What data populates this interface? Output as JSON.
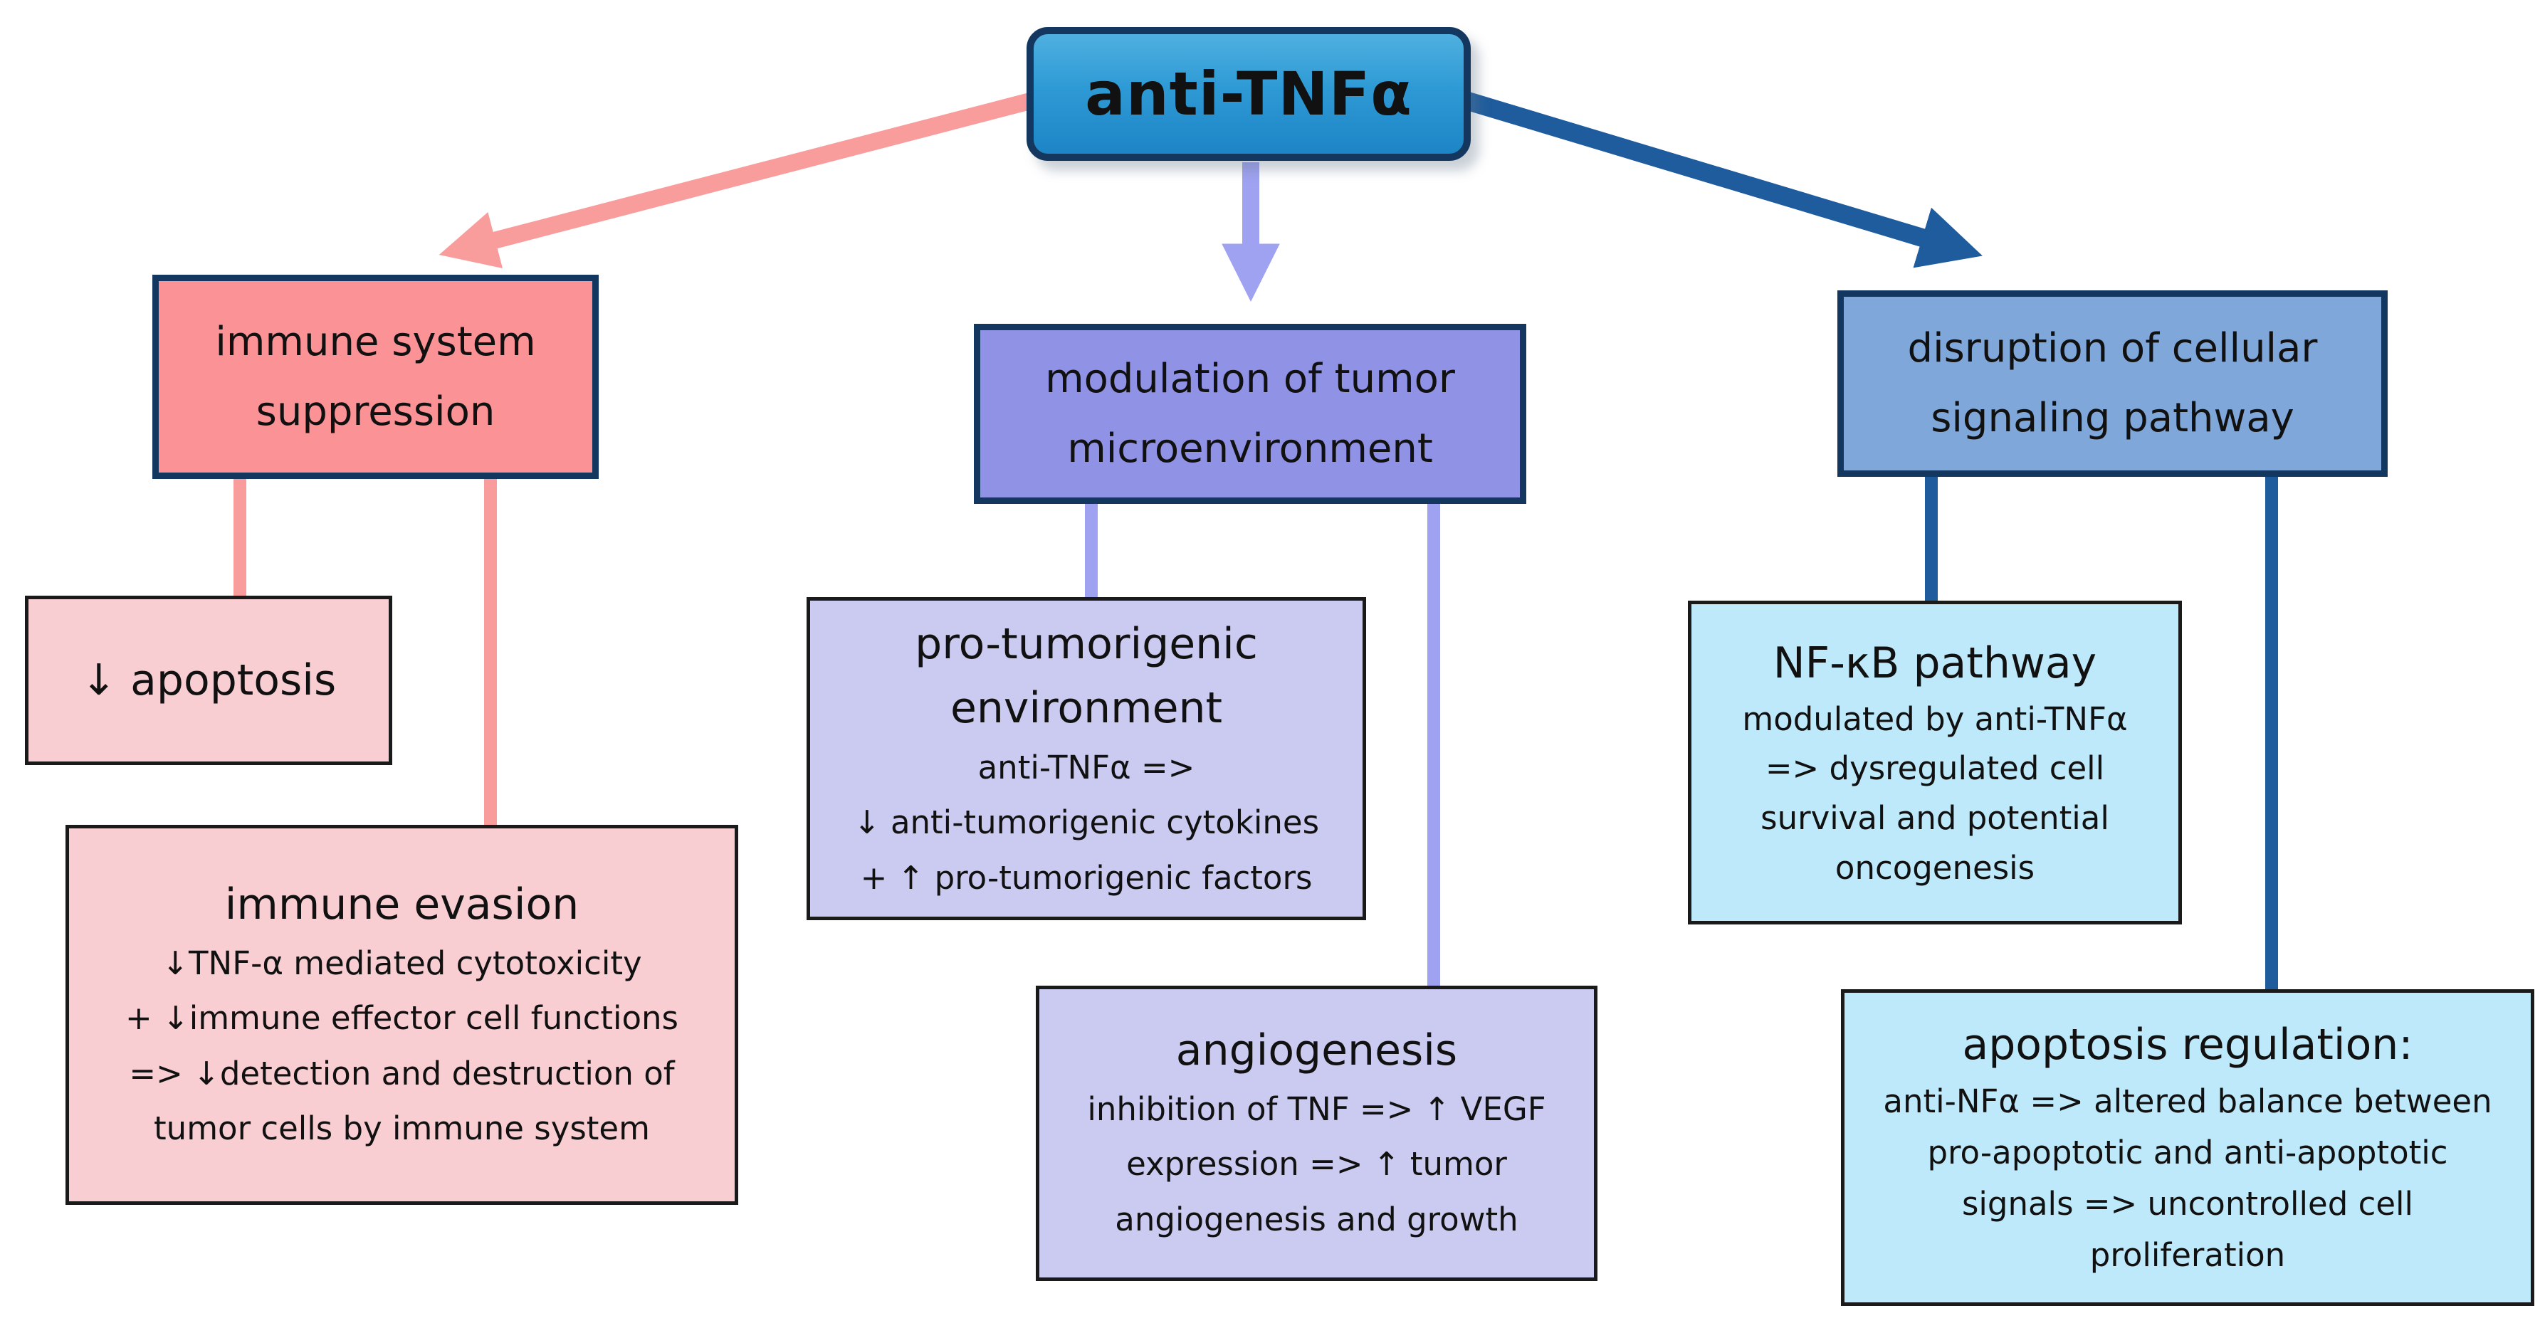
{
  "colors": {
    "ink": "#111111",
    "navy-border": "#14375f",
    "root-fill-top": "#4fb0e0",
    "root-fill-bottom": "#1d85c6",
    "salmon": "#fb9396",
    "periwinkle": "#9093e5",
    "steel-blue": "#7fa7d9",
    "pink-light": "#f9ced2",
    "lavender-light": "#cbcbf2",
    "cyan-light": "#bee9fa",
    "arrow-pink": "#f99c9c",
    "arrow-purple": "#9fa2f0",
    "arrow-navy": "#1f5c9e",
    "black-border": "#1a1a1a"
  },
  "root": {
    "label": "anti-TNFα"
  },
  "immune": {
    "header": [
      "immune system",
      "suppression"
    ],
    "apoptosis": {
      "title": "↓ apoptosis"
    },
    "evasion": {
      "title": "immune evasion",
      "lines": [
        "↓TNF-α mediated cytotoxicity",
        "+ ↓immune effector cell functions",
        "=> ↓detection and destruction of",
        "tumor cells by immune system"
      ]
    }
  },
  "tumor": {
    "header": [
      "modulation of tumor",
      "microenvironment"
    ],
    "environment": {
      "title": [
        "pro-tumorigenic",
        "environment"
      ],
      "lines": [
        "anti-TNFα =>",
        "↓ anti-tumorigenic cytokines",
        "+ ↑ pro-tumorigenic factors"
      ]
    },
    "angiogenesis": {
      "title": "angiogenesis",
      "lines": [
        "inhibition of TNF => ↑ VEGF",
        "expression => ↑ tumor",
        "angiogenesis and growth"
      ]
    }
  },
  "signaling": {
    "header": [
      "disruption of cellular",
      "signaling pathway"
    ],
    "nfkb": {
      "title": "NF-κB pathway",
      "lines": [
        "modulated by anti-TNFα",
        "=> dysregulated cell",
        "survival and potential",
        "oncogenesis"
      ]
    },
    "apoptosis_regulation": {
      "title": "apoptosis regulation:",
      "lines": [
        "anti-NFα => altered balance between",
        "pro-apoptotic and anti-apoptotic",
        "signals => uncontrolled cell",
        "proliferation"
      ]
    }
  }
}
